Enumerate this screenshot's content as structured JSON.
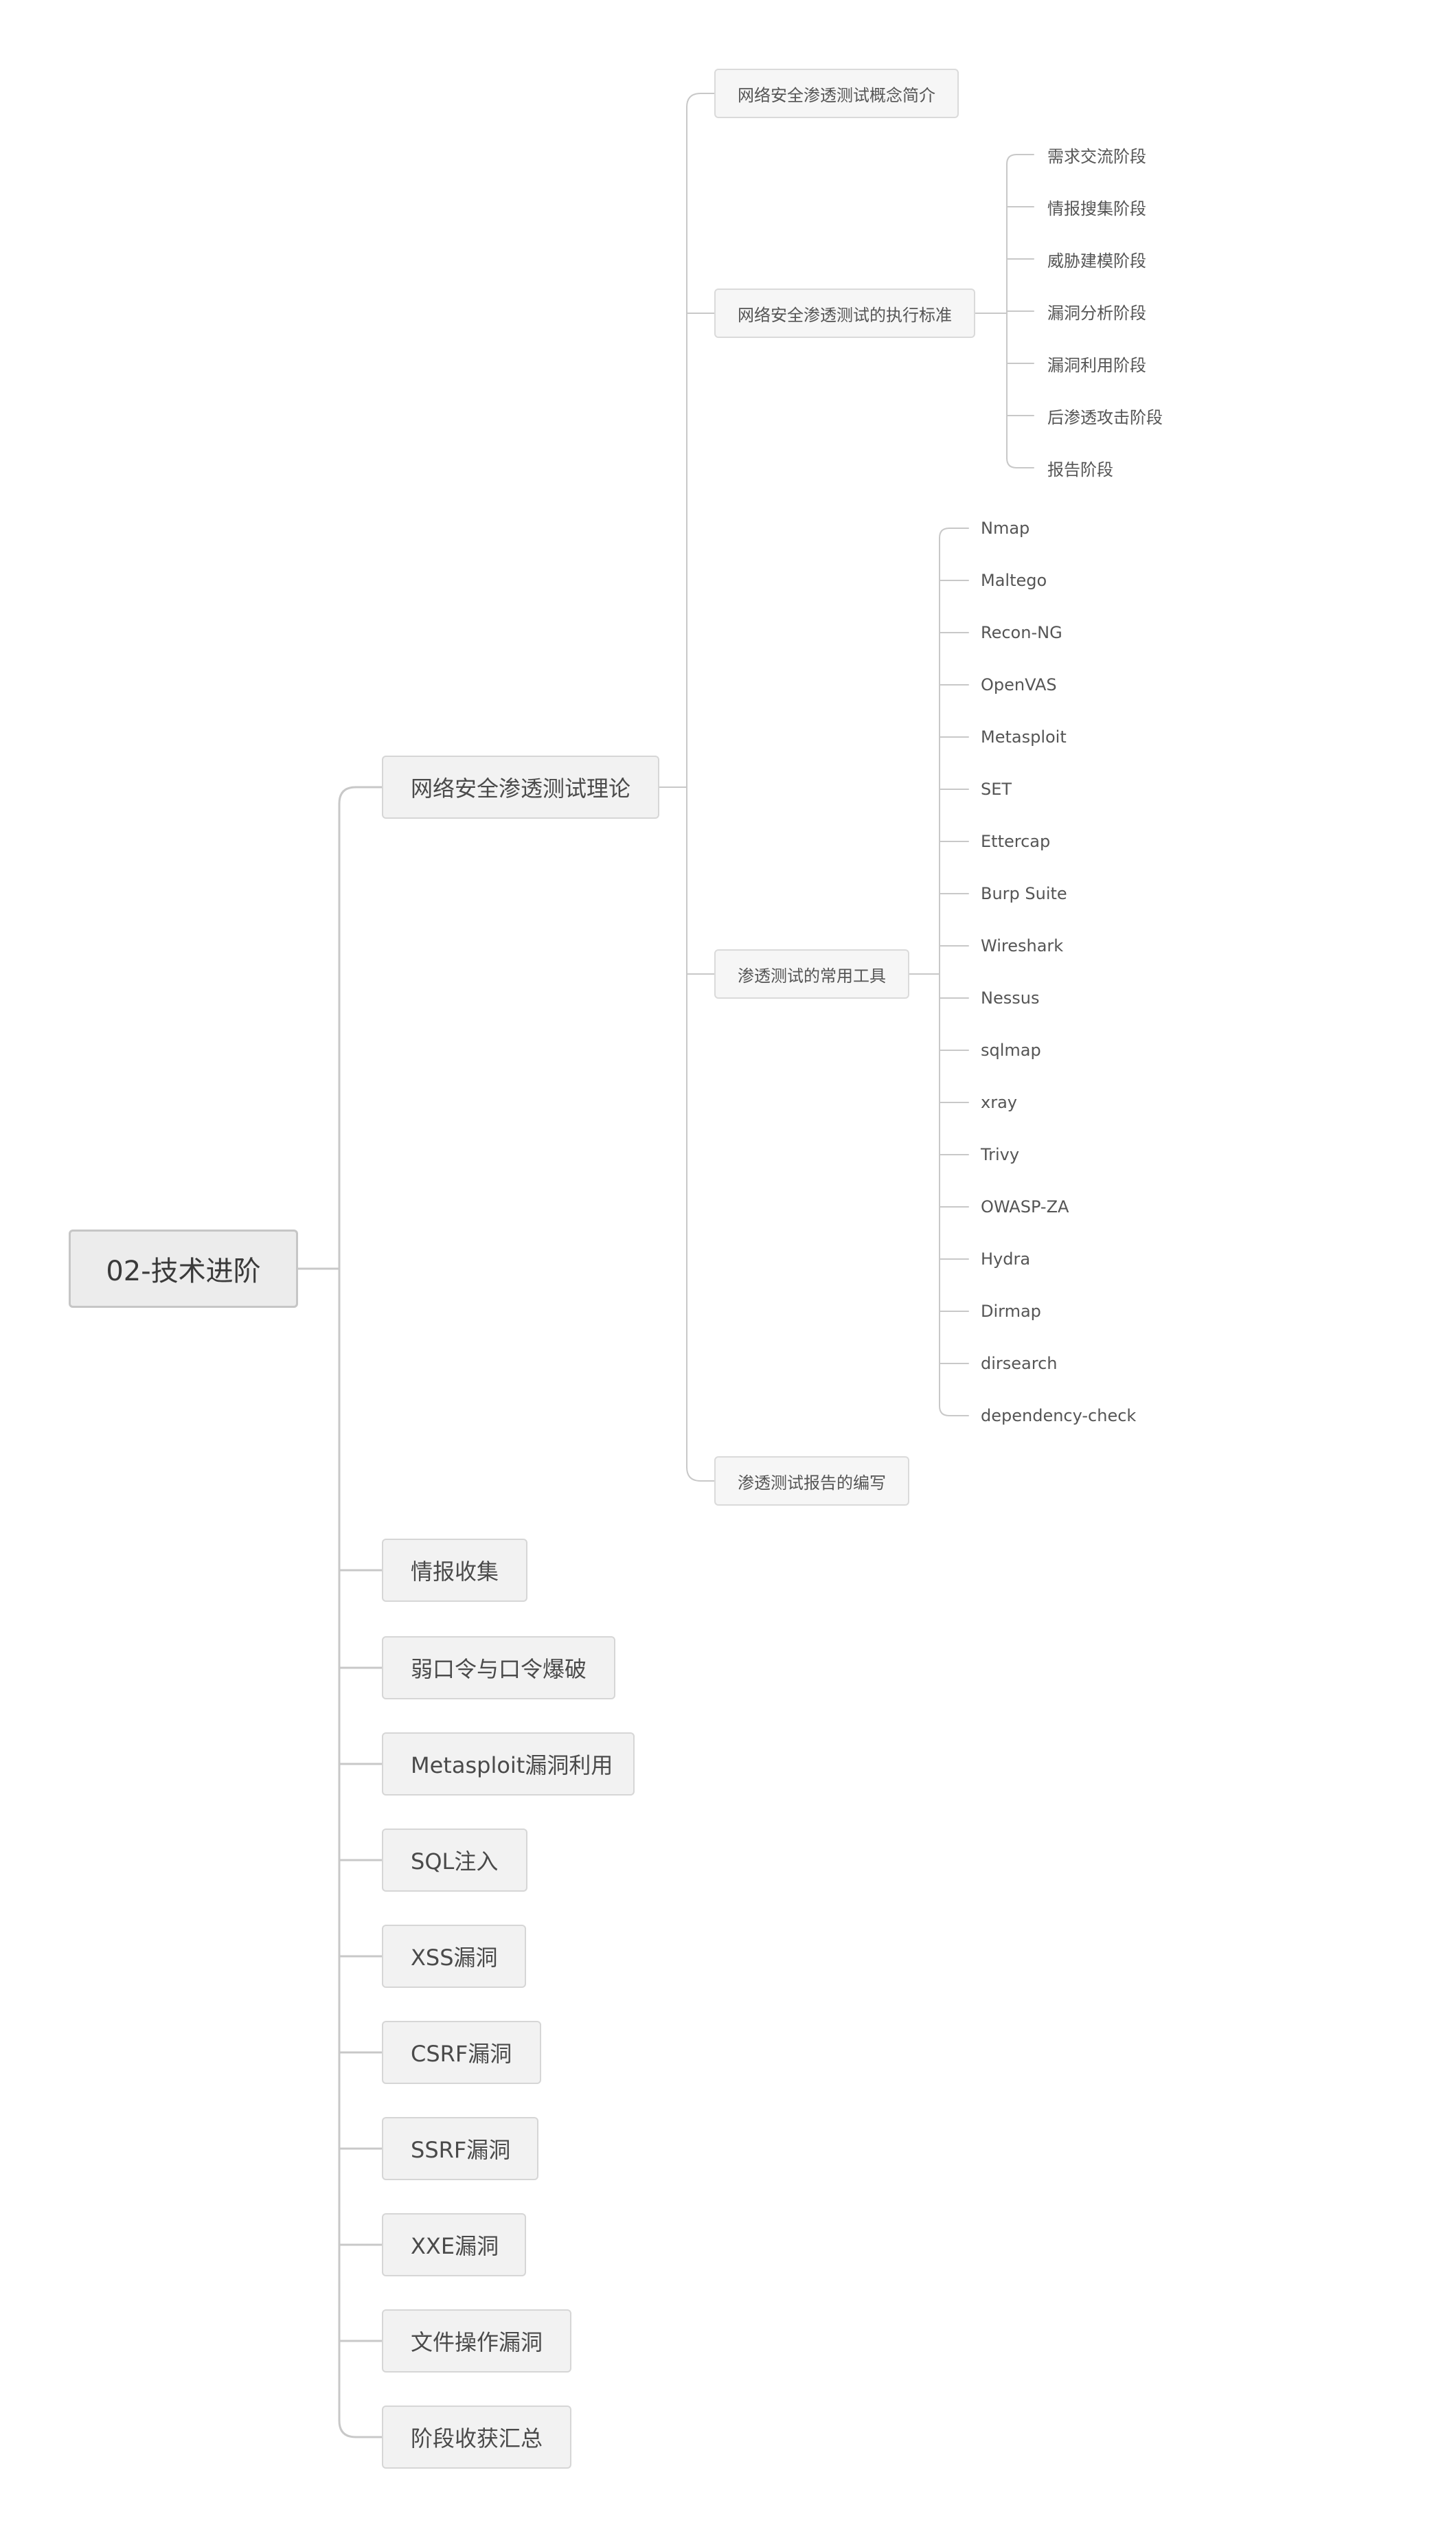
{
  "root": {
    "label": "02-技术进阶"
  },
  "branches": [
    "网络安全渗透测试理论",
    "情报收集",
    "弱口令与口令爆破",
    "Metasploit漏洞利用",
    "SQL注入",
    "XSS漏洞",
    "CSRF漏洞",
    "SSRF漏洞",
    "XXE漏洞",
    "文件操作漏洞",
    "阶段收获汇总"
  ],
  "theory": {
    "children": [
      "网络安全渗透测试概念简介",
      "网络安全渗透测试的执行标准",
      "渗透测试的常用工具",
      "渗透测试报告的编写"
    ],
    "standard_phases": [
      "需求交流阶段",
      "情报搜集阶段",
      "威胁建模阶段",
      "漏洞分析阶段",
      "漏洞利用阶段",
      "后渗透攻击阶段",
      "报告阶段"
    ],
    "tools": [
      "Nmap",
      "Maltego",
      "Recon-NG",
      "OpenVAS",
      "Metasploit",
      "SET",
      "Ettercap",
      "Burp Suite",
      "Wireshark",
      "Nessus",
      "sqlmap",
      "xray",
      "Trivy",
      "OWASP-ZA",
      "Hydra",
      "Dirmap",
      "dirsearch",
      "dependency-check"
    ]
  },
  "colors": {
    "line": "#c8c8c8",
    "node_border": "#d6d6d6",
    "node_fill": "#f2f2f2"
  }
}
